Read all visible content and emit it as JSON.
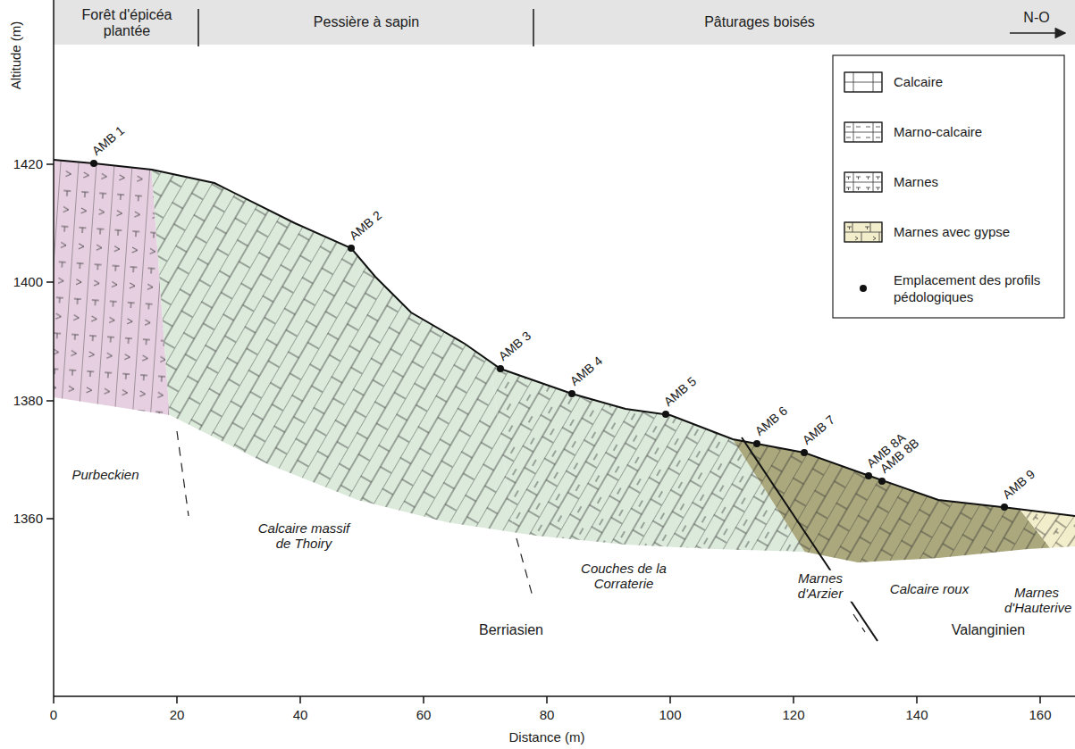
{
  "diagram": {
    "labels": [
      "Forêt d'épicéa plantée",
      "Pessière à sapin",
      "Pâturages boisés",
      "N-O",
      "Altitude (m)",
      "1420",
      "1400",
      "1380",
      "1360",
      "0",
      "20",
      "40",
      "60",
      "80",
      "100",
      "120",
      "140",
      "160",
      "Distance (m)",
      "AMB 1",
      "AMB 2",
      "AMB 3",
      "AMB 4",
      "AMB 5",
      "AMB 6",
      "AMB 7",
      "AMB 8A",
      "AMB 8B",
      "AMB 9",
      "Purbeckien",
      "Calcaire massif de Thoiry",
      "Couches de la Corraterie",
      "Marnes d'Arzier",
      "Calcaire roux",
      "Marnes d'Hauterive",
      "Berriasien",
      "Valanginien"
    ],
    "legend": [
      {
        "text": "Calcaire"
      },
      {
        "text": "Marno-calcaire"
      },
      {
        "text": "Marnes"
      },
      {
        "text": "Marnes avec gypse"
      },
      {
        "text": "Emplacement des profils pédologiques"
      }
    ]
  }
}
